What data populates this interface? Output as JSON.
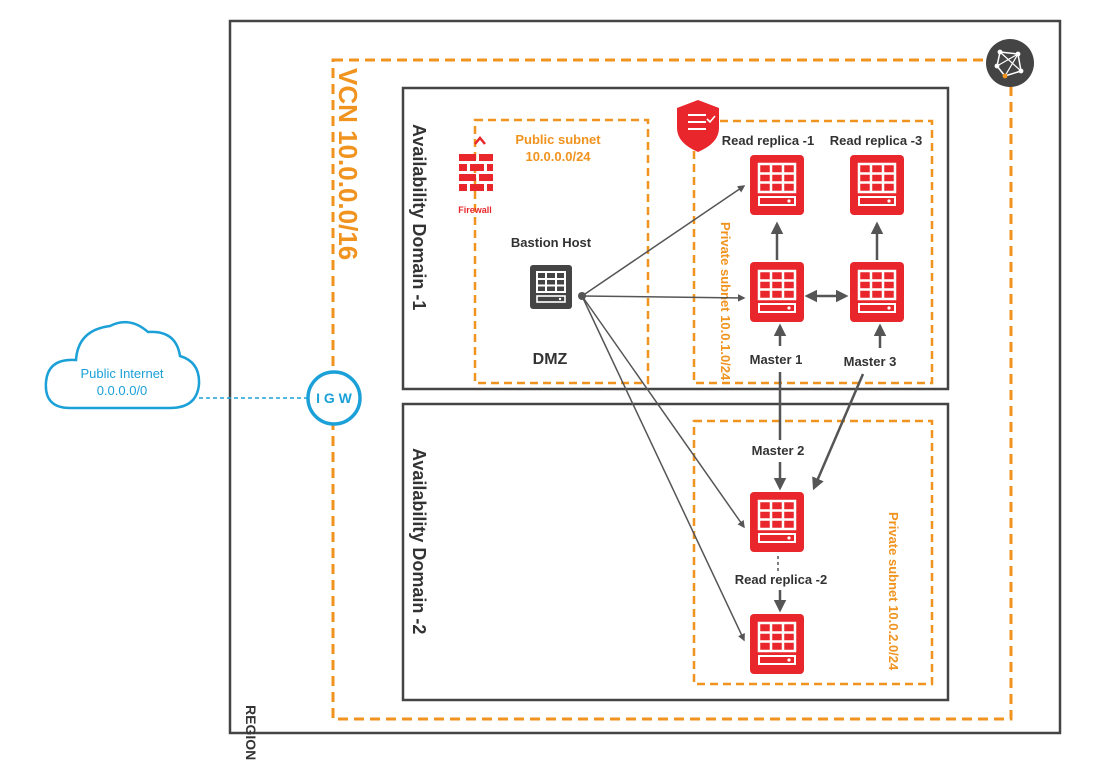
{
  "region": {
    "label": "REGION"
  },
  "vcn": {
    "label": "VCN 10.0.0.0/16"
  },
  "ad1": {
    "label": "Availability Domain -1"
  },
  "ad2": {
    "label": "Availability Domain -2"
  },
  "internet": {
    "name": "Public Internet",
    "cidr": "0.0.0.0/0"
  },
  "igw": {
    "label": "I G W"
  },
  "firewall": {
    "label": "Firewall"
  },
  "public_subnet": {
    "name": "Public subnet",
    "cidr": "10.0.0.0/24",
    "zone": "DMZ"
  },
  "private_subnet_1": {
    "label": "Private subnet 10.0.1.0/24"
  },
  "private_subnet_2": {
    "label": "Private subnet 10.0.2.0/24"
  },
  "nodes": {
    "bastion": "Bastion Host",
    "read_replica_1": "Read replica -1",
    "read_replica_3": "Read replica -3",
    "master_1": "Master 1",
    "master_3": "Master 3",
    "master_2": "Master 2",
    "read_replica_2": "Read replica -2"
  },
  "colors": {
    "orange": "#f0931f",
    "red": "#e8262b",
    "blue": "#1ba0d8",
    "dark": "#444444"
  }
}
